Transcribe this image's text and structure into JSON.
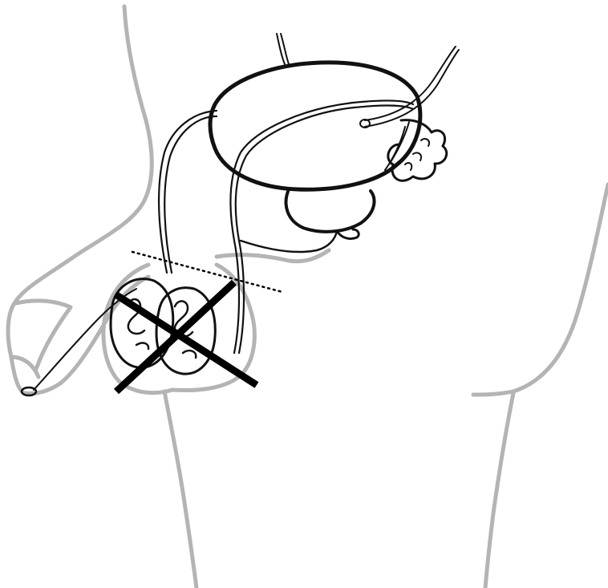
{
  "diagram": {
    "parts": [
      {
        "name": "body-outline"
      },
      {
        "name": "bladder"
      },
      {
        "name": "seminal-vesicle"
      },
      {
        "name": "prostate"
      },
      {
        "name": "vas-deferens-left"
      },
      {
        "name": "vas-deferens-right"
      },
      {
        "name": "ureter"
      },
      {
        "name": "testis-left"
      },
      {
        "name": "testis-right"
      },
      {
        "name": "urethra"
      }
    ],
    "markers": [
      {
        "name": "cut-line",
        "style": "dotted"
      },
      {
        "name": "removal-cross",
        "symbol": "X"
      }
    ],
    "colors": {
      "outline": "#b4b4b4",
      "organ": "#111111",
      "ink": "#000000",
      "background": "#ffffff"
    }
  }
}
